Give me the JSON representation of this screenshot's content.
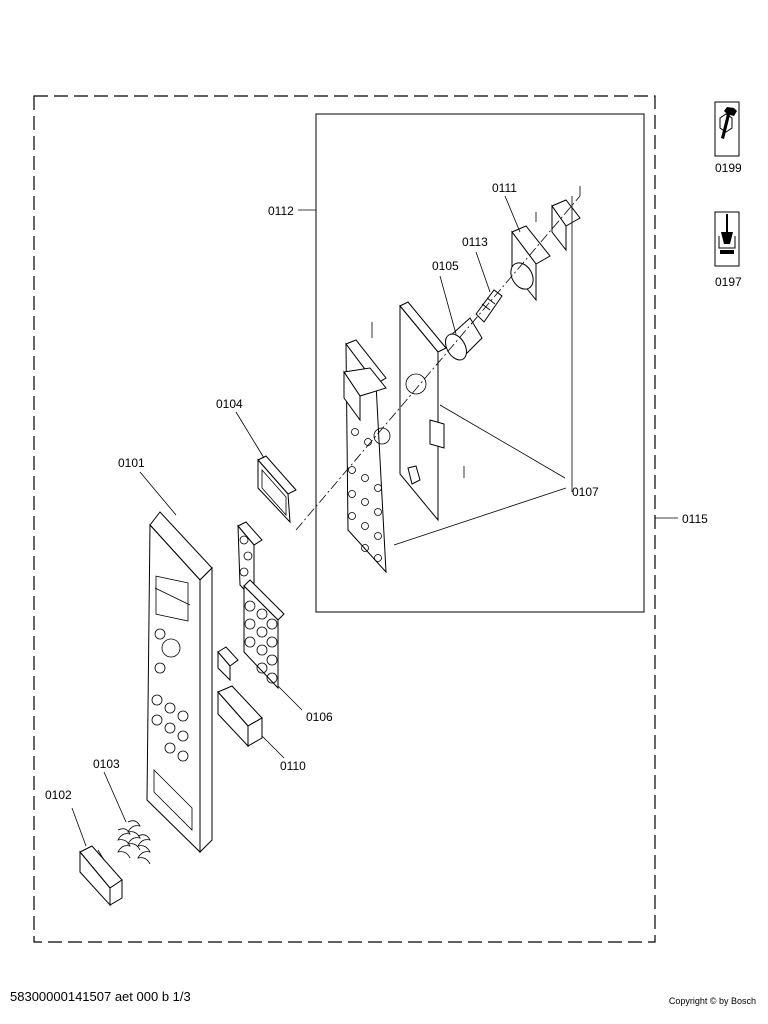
{
  "labels": {
    "p0101": "0101",
    "p0102": "0102",
    "p0103": "0103",
    "p0104": "0104",
    "p0105": "0105",
    "p0106": "0106",
    "p0107": "0107",
    "p0110": "0110",
    "p0111": "0111",
    "p0112": "0112",
    "p0113": "0113",
    "p0115": "0115",
    "p0197": "0197",
    "p0199": "0199"
  },
  "icons": {
    "service_tool": "wrench-nut-icon",
    "fastening_tool": "screw-press-icon"
  },
  "footer": {
    "document_code": "58300000141507 aet 000 b 1/3",
    "copyright": "Copyright © by Bosch"
  }
}
